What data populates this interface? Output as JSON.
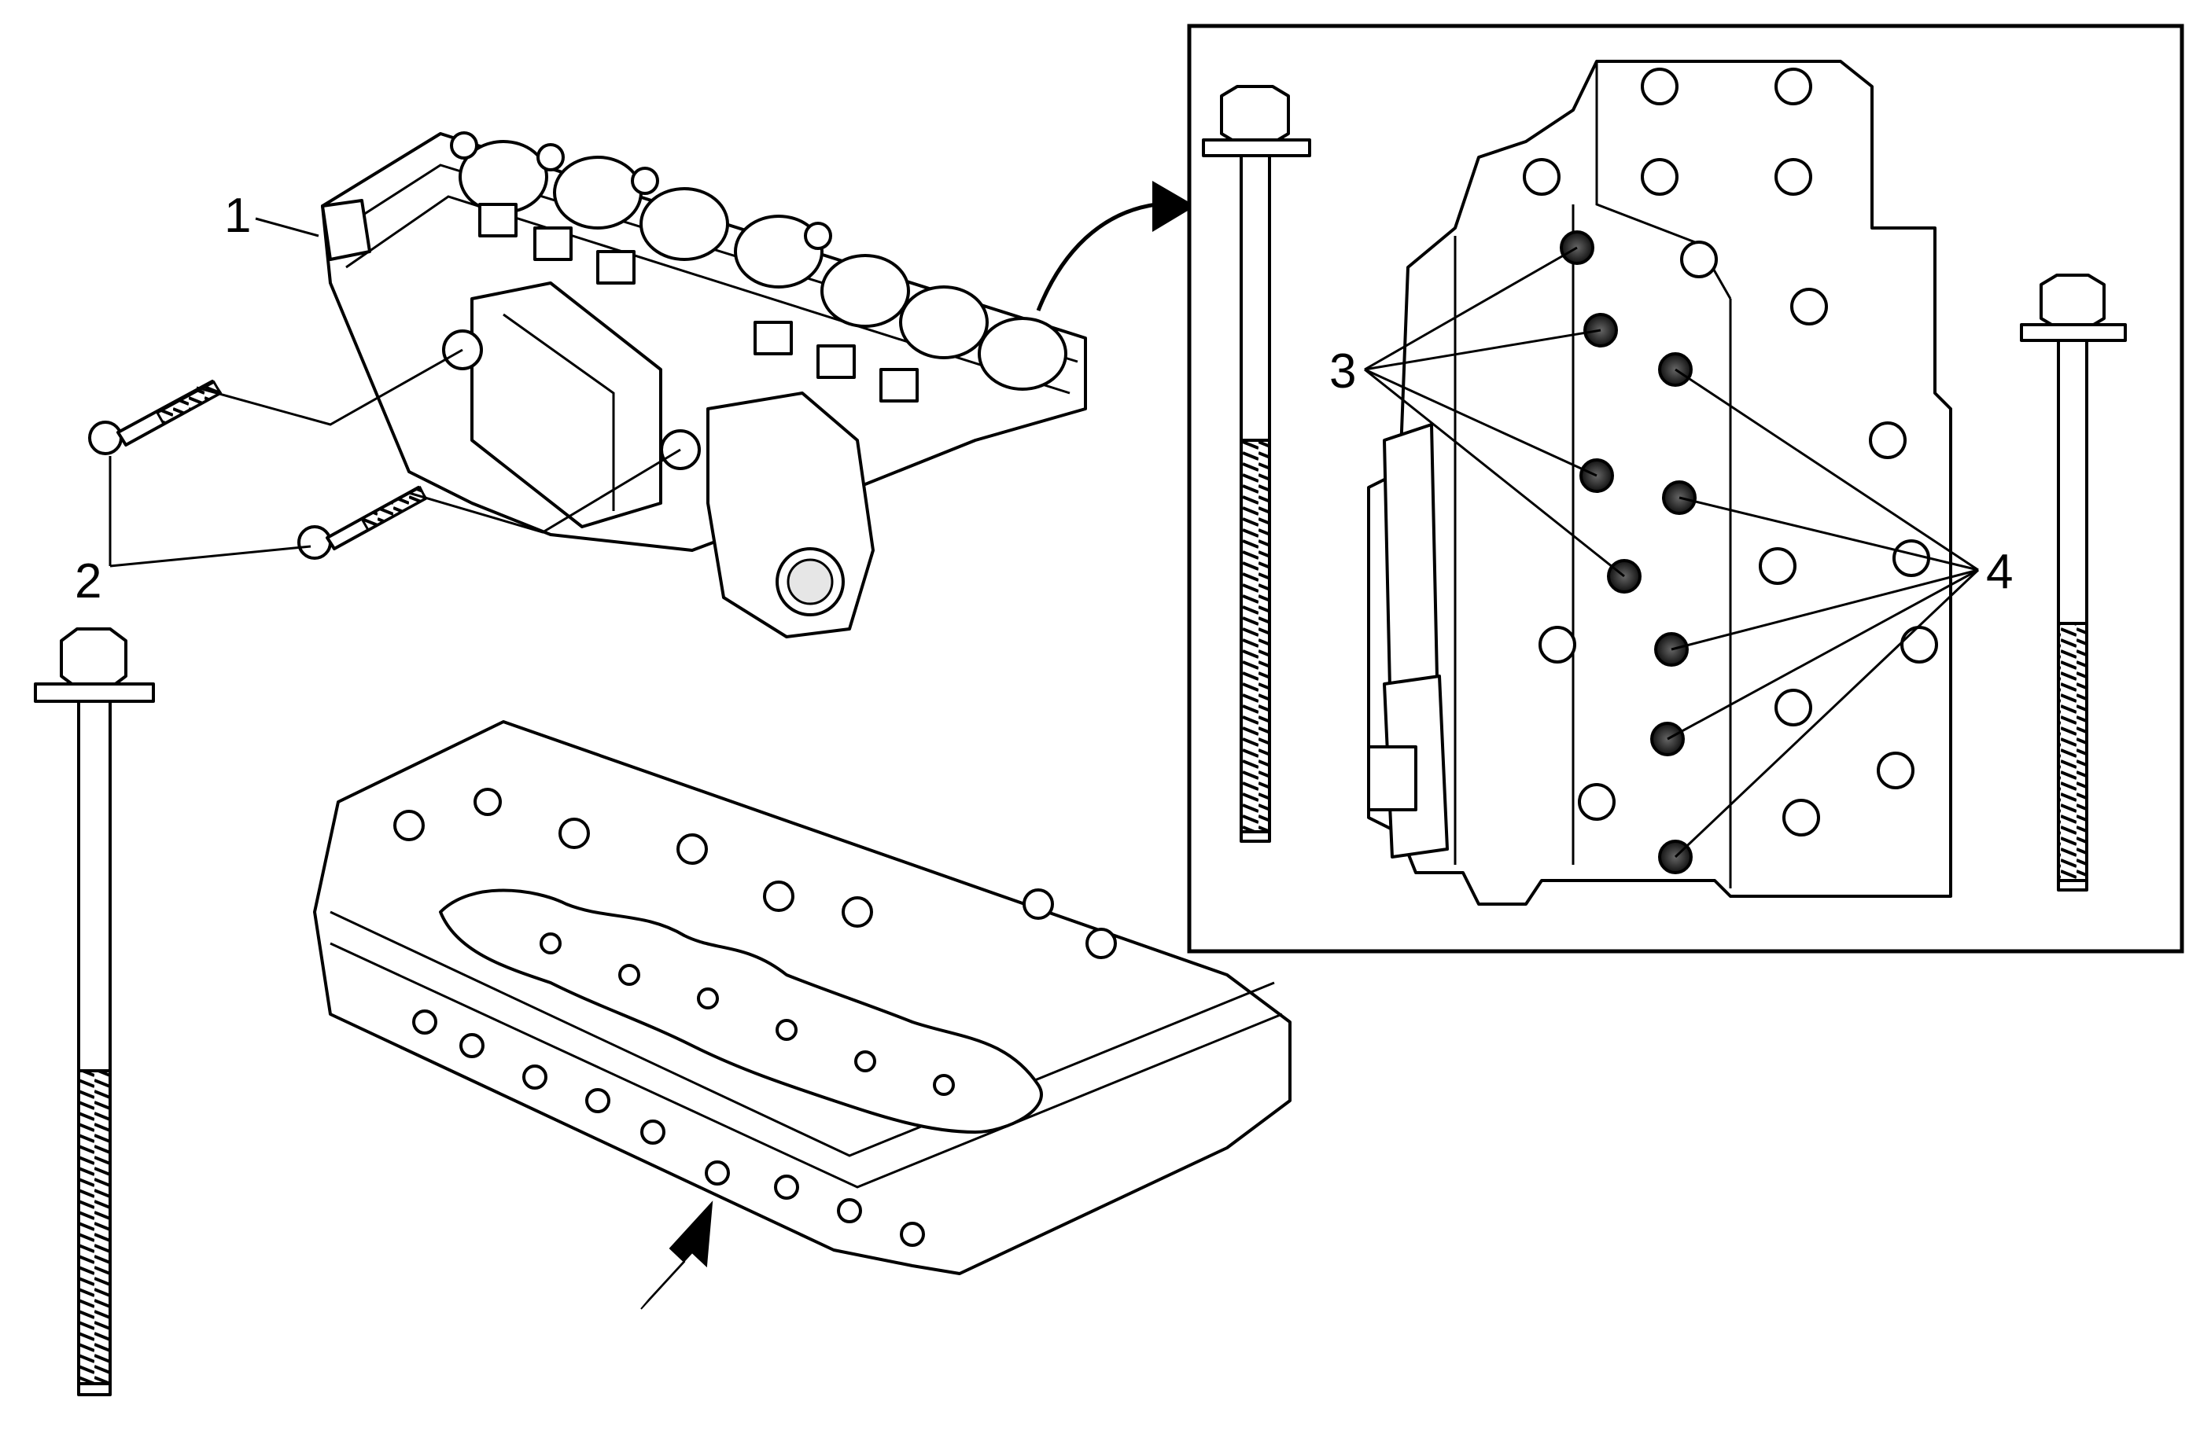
{
  "callouts": {
    "c1": "1",
    "c2": "2",
    "c3": "3",
    "c4": "4"
  },
  "colors": {
    "line": "#000000",
    "fill": "#ffffff",
    "shade": "#e6e6e6"
  }
}
